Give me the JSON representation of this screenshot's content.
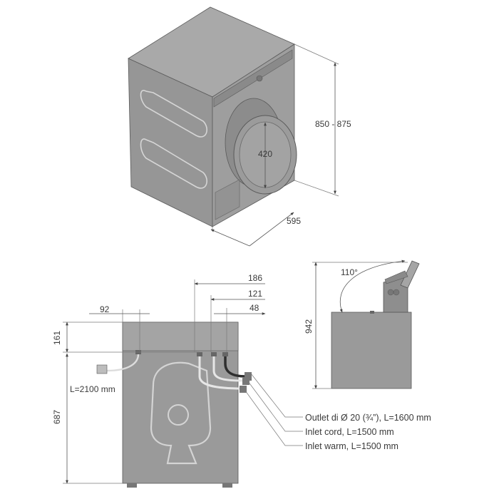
{
  "iso_view": {
    "height_label": "850 - 875",
    "door_label": "420",
    "width_label": "595"
  },
  "rear_view": {
    "dim_186": "186",
    "dim_121": "121",
    "dim_48": "48",
    "dim_92": "92",
    "dim_161": "161",
    "dim_687": "687",
    "cord_label": "L=2100 mm"
  },
  "side_view": {
    "angle_label": "110°",
    "height_label": "942"
  },
  "callouts": {
    "outlet": "Outlet di Ø 20 (¾”), L=1600 mm",
    "inlet_cord": "Inlet cord, L=1500 mm",
    "inlet_warm": "Inlet warm, L=1500 mm"
  },
  "colors": {
    "body": "#9e9e9e",
    "outline": "#5a5a5a",
    "dimension": "#555555"
  }
}
